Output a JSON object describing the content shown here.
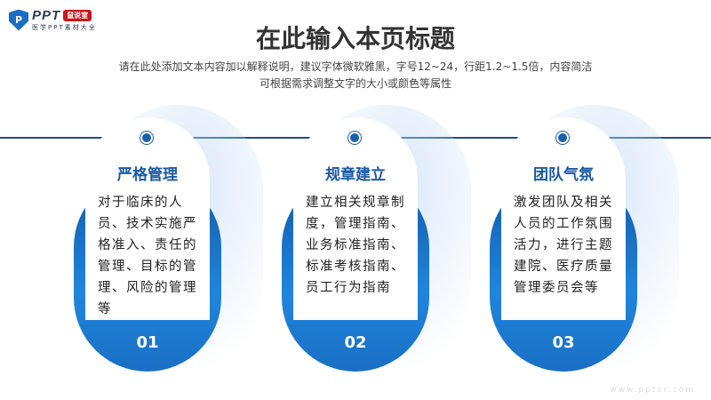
{
  "logo": {
    "brand": "PPT",
    "badge": "鼠说室",
    "tagline": "医学PPT素材大全"
  },
  "title": "在此输入本页标题",
  "subtitle": [
    "请在此处添加文本内容加以解释说明，建议字体微软雅黑，字号12~24，行距1.2~1.5倍，内容简洁",
    "可根据需求调整文字的大小或颜色等属性"
  ],
  "cards": [
    {
      "heading": "严格管理",
      "text": "对于临床的人员、技术实施严格准入、责任的管理、目标的管理、风险的管理等",
      "number": "01"
    },
    {
      "heading": "规章建立",
      "text": "建立相关规章制度，管理指南、业务标准指南、标准考核指南、员工行为指南",
      "number": "02"
    },
    {
      "heading": "团队气氛",
      "text": "激发团队及相关人员的工作氛围活力，进行主题建院、医疗质量管理委员会等",
      "number": "03"
    }
  ],
  "watermark": "www.ppter.com",
  "colors": {
    "accent": "#1b5aa6",
    "line": "#1d4f8c"
  }
}
